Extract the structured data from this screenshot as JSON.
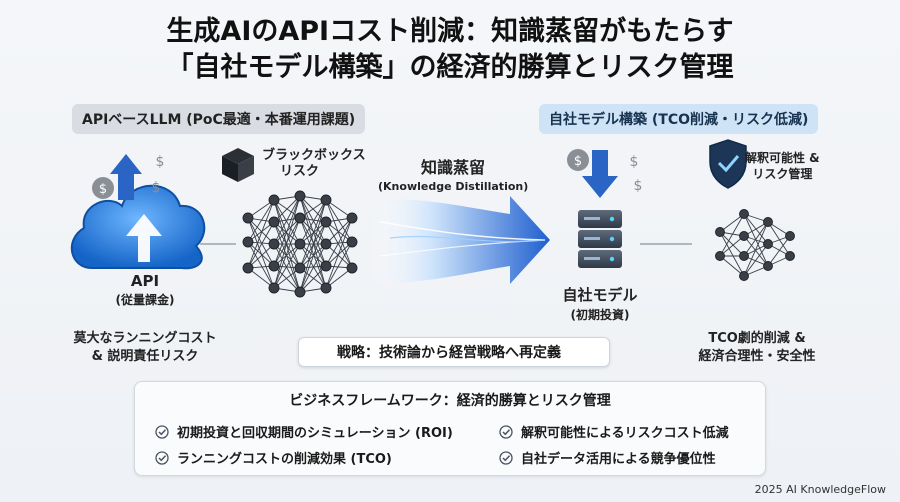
{
  "title_line1": "生成AIのAPIコスト削減：知識蒸留がもたらす",
  "title_line2": "「自社モデル構築」の経済的勝算とリスク管理",
  "left_pill": "APIベースLLM (PoC最適・本番運用課題)",
  "right_pill": "自社モデル構築 (TCO削減・リスク低減)",
  "blackbox_line1": "ブラックボックス",
  "blackbox_line2": "リスク",
  "distill_label": "知識蒸留",
  "distill_sub": "(Knowledge Distillation)",
  "api_label": "API",
  "api_sub": "(従量課金)",
  "api_desc_line1": "莫大なランニングコスト",
  "api_desc_line2": "& 説明責任リスク",
  "own_model_label": "自社モデル",
  "own_model_sub": "(初期投資)",
  "explain_line1": "解釈可能性 &",
  "explain_line2": "リスク管理",
  "tco_line1": "TCO劇的削減 &",
  "tco_line2": "経済合理性・安全性",
  "strategy": "戦略：技術論から経営戦略へ再定義",
  "framework_title": "ビジネスフレームワーク：経済的勝算とリスク管理",
  "framework_items": [
    "初期投資と回収期間のシミュレーション (ROI)",
    "解釈可能性によるリスクコスト低減",
    "ランニングコストの削減効果 (TCO)",
    "自社データ活用による競争優位性"
  ],
  "footer": "2025 AI KnowledgeFlow",
  "colors": {
    "accent_blue": "#1f6fd6",
    "arrow_blue": "#2a64c4",
    "dark": "#2b2f36"
  }
}
